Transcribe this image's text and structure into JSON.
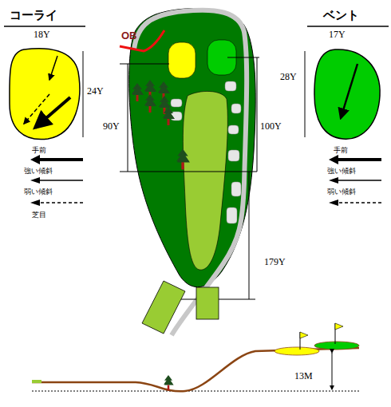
{
  "diagram": {
    "labels": [
      "OB",
      "コーライ",
      "18Y",
      "ベント",
      "17Y",
      "24Y",
      "28Y",
      "90Y",
      "100Y",
      "179Y",
      "13M"
    ],
    "legend": [
      {
        "text": "手前"
      },
      {
        "text": "強い傾斜"
      },
      {
        "text": "弱い傾斜"
      },
      {
        "text": "芝目"
      },
      {
        "text": "手前"
      },
      {
        "text": "強い傾斜"
      },
      {
        "text": "弱い傾斜"
      }
    ]
  }
}
